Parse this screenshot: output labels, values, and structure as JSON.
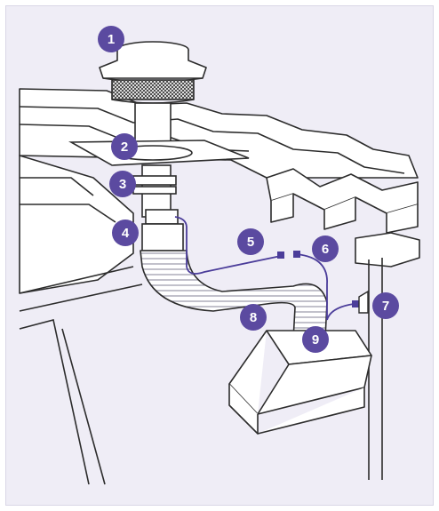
{
  "diagram": {
    "accent_color": "#5b4aa0",
    "wire_color": "#4b3d9a",
    "line_color": "#2c2c2c",
    "callouts": [
      {
        "id": "1",
        "label": "1"
      },
      {
        "id": "2",
        "label": "2"
      },
      {
        "id": "3",
        "label": "3"
      },
      {
        "id": "4",
        "label": "4"
      },
      {
        "id": "5",
        "label": "5"
      },
      {
        "id": "6",
        "label": "6"
      },
      {
        "id": "7",
        "label": "7"
      },
      {
        "id": "8",
        "label": "8"
      },
      {
        "id": "9",
        "label": "9"
      }
    ]
  }
}
